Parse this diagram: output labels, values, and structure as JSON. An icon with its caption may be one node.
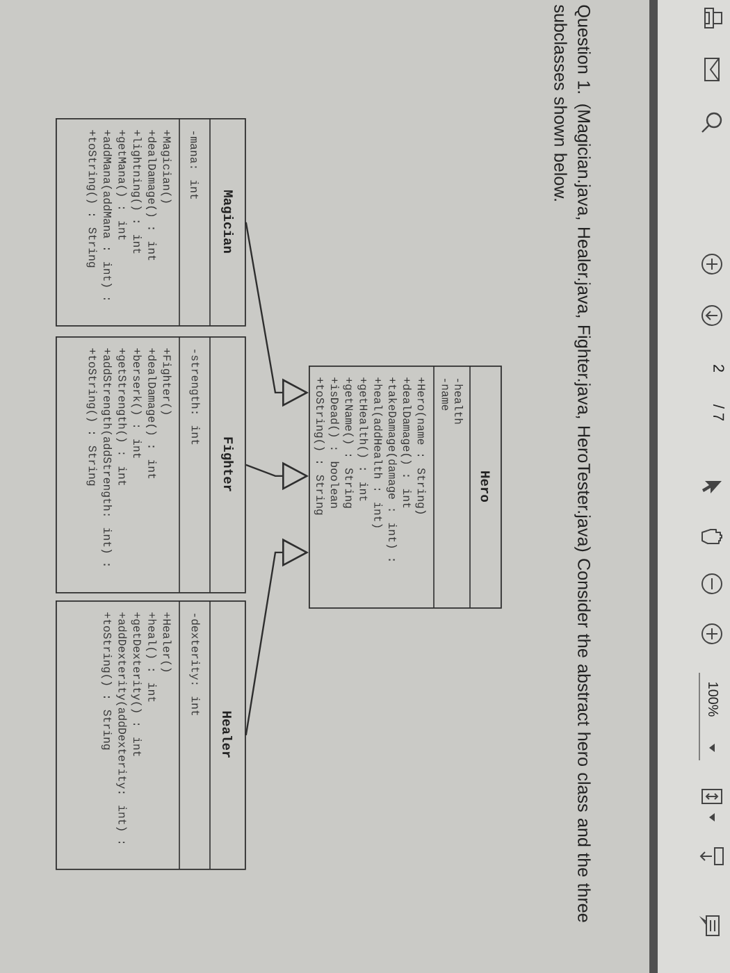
{
  "diagram": {
    "title": "Question 1. (Magician.java, Healer.java, Fighter.java, HeroTester.java) Consider the abstract hero class and the three subclasses shown below.",
    "nodes": [
      {
        "text": [
          "Hero",
          "-health",
          "-name",
          "+Hero(name : String)",
          "+dealDamage() : int",
          "+takeDamage(damage : int) :",
          "+heal(addHealth : int)",
          "+getHealth() : int",
          "+getName() : String",
          "+isDead() : boolean",
          "+toString() : String"
        ]
      },
      {
        "text": [
          "Magician",
          "-mana: int",
          "+Magician()",
          "+dealDamage() : int",
          "+lightning() : int",
          "+getMana() : int",
          "+addMana(addMana : int) :",
          "+toString() : String"
        ]
      },
      {
        "text": [
          "Fighter",
          "-strength: int",
          "+Fighter()",
          "+dealDamage() : int",
          "+berserk() : int",
          "+getStrength() : int",
          "+addStrength(addStrength: int) :",
          "+toString() : String"
        ]
      },
      {
        "text": [
          "Healer",
          "-dexterity: int",
          "+Healer()",
          "+heal() : int",
          "+getDexterity() : int",
          "+addDexterity(addDexterity: int) :",
          "+toString() : String"
        ]
      }
    ],
    "edges": [
      {
        "from": 1,
        "to": 0,
        "arrow": "to"
      },
      {
        "from": 2,
        "to": 0,
        "arrow": "to"
      },
      {
        "from": 3,
        "to": 0,
        "arrow": "to"
      }
    ],
    "labels": [
      "2",
      "/ 7",
      "100%"
    ]
  }
}
